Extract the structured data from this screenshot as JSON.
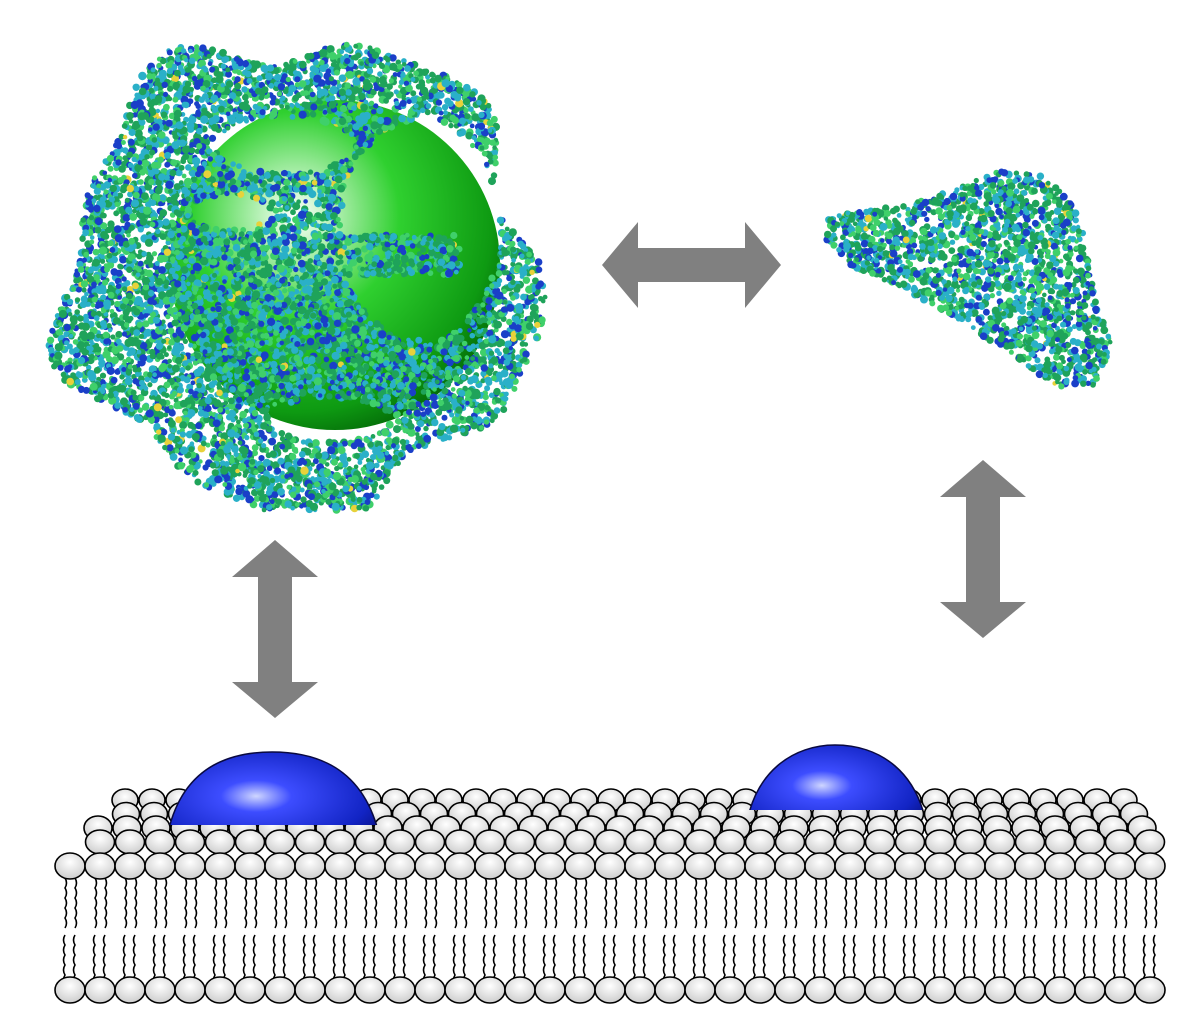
{
  "diagram": {
    "nodes": [
      {
        "id": "protein-bound-nanoparticle",
        "kind": "protein-coated-sphere"
      },
      {
        "id": "free-protein",
        "kind": "protein"
      },
      {
        "id": "membrane-with-nanoparticle",
        "kind": "lipid-bilayer-with-adsorbed-cap"
      },
      {
        "id": "membrane-with-protein",
        "kind": "lipid-bilayer-with-adsorbed-cap"
      }
    ],
    "edges": [
      {
        "from": "protein-bound-nanoparticle",
        "to": "free-protein",
        "direction": "bidirectional",
        "orientation": "horizontal"
      },
      {
        "from": "protein-bound-nanoparticle",
        "to": "membrane-with-nanoparticle",
        "direction": "bidirectional",
        "orientation": "vertical"
      },
      {
        "from": "free-protein",
        "to": "membrane-with-protein",
        "direction": "bidirectional",
        "orientation": "vertical"
      }
    ],
    "colors": {
      "sphere": "#1fbf1f",
      "protein_atoms": [
        "#1fa35a",
        "#2ab0c8",
        "#1a3fc8",
        "#3fd06a",
        "#e8d23a"
      ],
      "arrow": "#808080",
      "membrane_head": "#e6e6e6",
      "membrane_outline": "#000000",
      "adsorbed_cap": "#1a2fd0"
    },
    "icons": [
      "protein-cluster-icon",
      "sphere-icon",
      "double-arrow-icon",
      "lipid-bilayer-icon",
      "dome-icon"
    ]
  }
}
